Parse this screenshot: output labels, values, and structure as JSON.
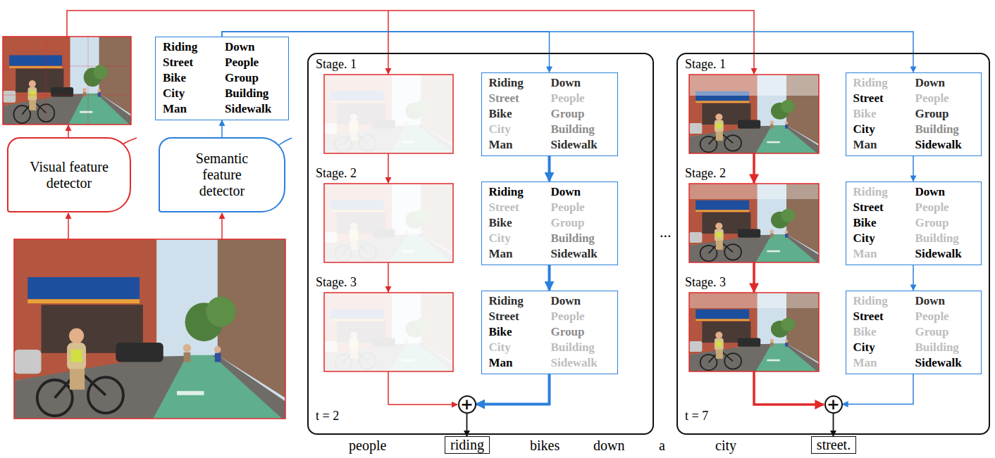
{
  "diagram": {
    "nodes": [
      {
        "text": [
          "Riding",
          "Down",
          "Street",
          "People",
          "Bike",
          "Group",
          "City",
          "Building",
          "Man",
          "Sidewalk"
        ]
      },
      {
        "text": [
          "Visual feature detector"
        ]
      },
      {
        "text": [
          "Semantic feature detector"
        ]
      },
      {
        "text": [
          "Stage. 1",
          "Stage. 2",
          "Stage. 3",
          "t = 2"
        ]
      },
      {
        "text": [
          "Riding",
          "Down",
          "Street",
          "People",
          "Bike",
          "Group",
          "City",
          "Building",
          "Man",
          "Sidewalk"
        ],
        "in": 3
      },
      {
        "text": [
          "Riding",
          "Down",
          "Street",
          "People",
          "Bike",
          "Group",
          "City",
          "Building",
          "Man",
          "Sidewalk"
        ],
        "in": 3
      },
      {
        "text": [
          "Riding",
          "Down",
          "Street",
          "People",
          "Bike",
          "Group",
          "City",
          "Building",
          "Man",
          "Sidewalk"
        ],
        "in": 3
      },
      {
        "text": [
          "+"
        ],
        "in": 3
      },
      {
        "text": [
          "Stage. 1",
          "Stage. 2",
          "Stage. 3",
          "t = 7"
        ]
      },
      {
        "text": [
          "Riding",
          "Down",
          "Street",
          "People",
          "Bike",
          "Group",
          "City",
          "Building",
          "Man",
          "Sidewalk"
        ],
        "in": 8
      },
      {
        "text": [
          "Riding",
          "Down",
          "Street",
          "People",
          "Bike",
          "Group",
          "City",
          "Building",
          "Man",
          "Sidewalk"
        ],
        "in": 8
      },
      {
        "text": [
          "Riding",
          "Down",
          "Street",
          "People",
          "Bike",
          "Group",
          "City",
          "Building",
          "Man",
          "Sidewalk"
        ],
        "in": 8
      },
      {
        "text": [
          "+"
        ],
        "in": 8
      },
      {
        "text": [
          "riding"
        ]
      },
      {
        "text": [
          "street."
        ]
      }
    ],
    "edges": [
      {
        "from": 2,
        "to": 0,
        "arrow": "to"
      },
      {
        "from": 0,
        "to": 4,
        "arrow": "to"
      },
      {
        "from": 0,
        "to": 9,
        "arrow": "to"
      },
      {
        "from": 4,
        "to": 5,
        "arrow": "to"
      },
      {
        "from": 5,
        "to": 6,
        "arrow": "to"
      },
      {
        "from": 6,
        "to": 7,
        "arrow": "to"
      },
      {
        "from": 9,
        "to": 10,
        "arrow": "to"
      },
      {
        "from": 10,
        "to": 11,
        "arrow": "to"
      },
      {
        "from": 11,
        "to": 12,
        "arrow": "to"
      },
      {
        "from": 7,
        "to": 13,
        "arrow": "to"
      },
      {
        "from": 12,
        "to": 14,
        "arrow": "to"
      }
    ],
    "labels": [
      "people",
      "bikes",
      "down",
      "a",
      "city",
      "..."
    ]
  }
}
